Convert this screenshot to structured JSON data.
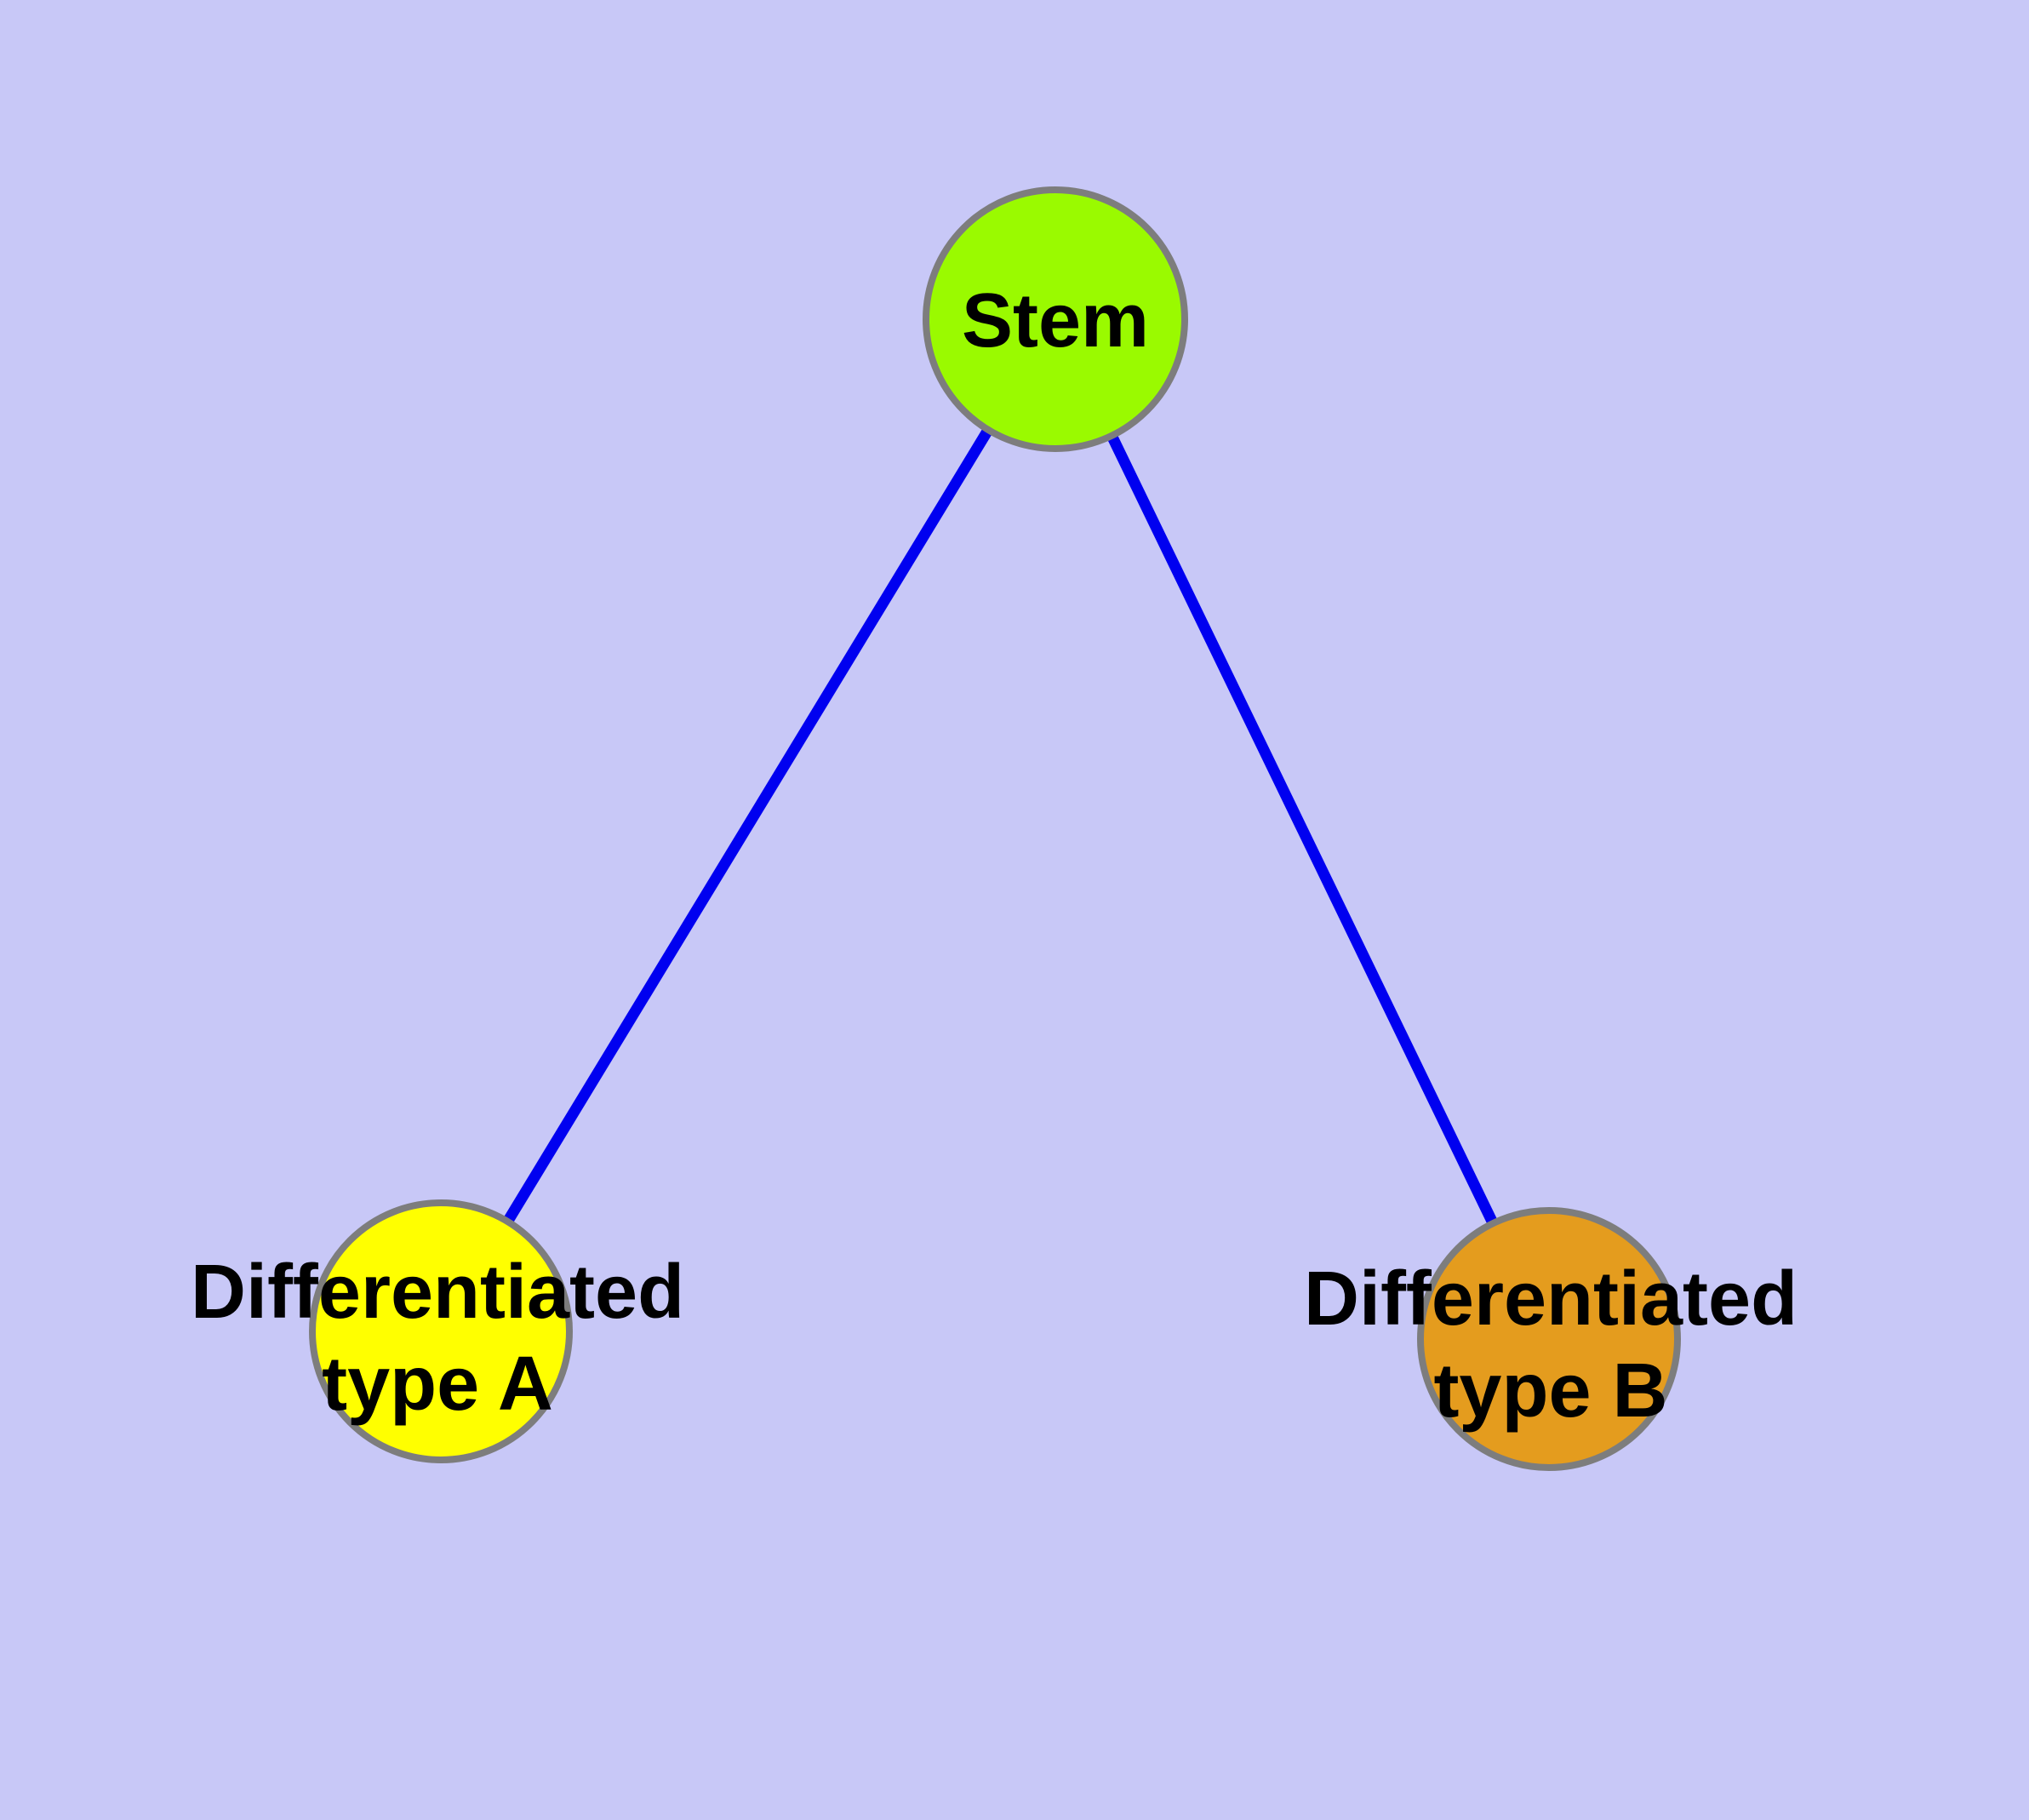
{
  "diagram": {
    "background_color": "#c8c8f7",
    "edge_color": "#0000f0",
    "node_border_color": "#7d7d7d",
    "text_color": "#000000",
    "nodes": {
      "stem": {
        "label": "Stem",
        "fill": "#9afa00"
      },
      "type_a": {
        "label_line1": "Differentiated",
        "label_line2": "type A",
        "fill": "#ffff00"
      },
      "type_b": {
        "label_line1": "Differentiated",
        "label_line2": "type B",
        "fill": "#e49c1e"
      }
    },
    "edges": [
      {
        "from": "Stem",
        "to": "Differentiated type A"
      },
      {
        "from": "Stem",
        "to": "Differentiated type B"
      }
    ]
  }
}
